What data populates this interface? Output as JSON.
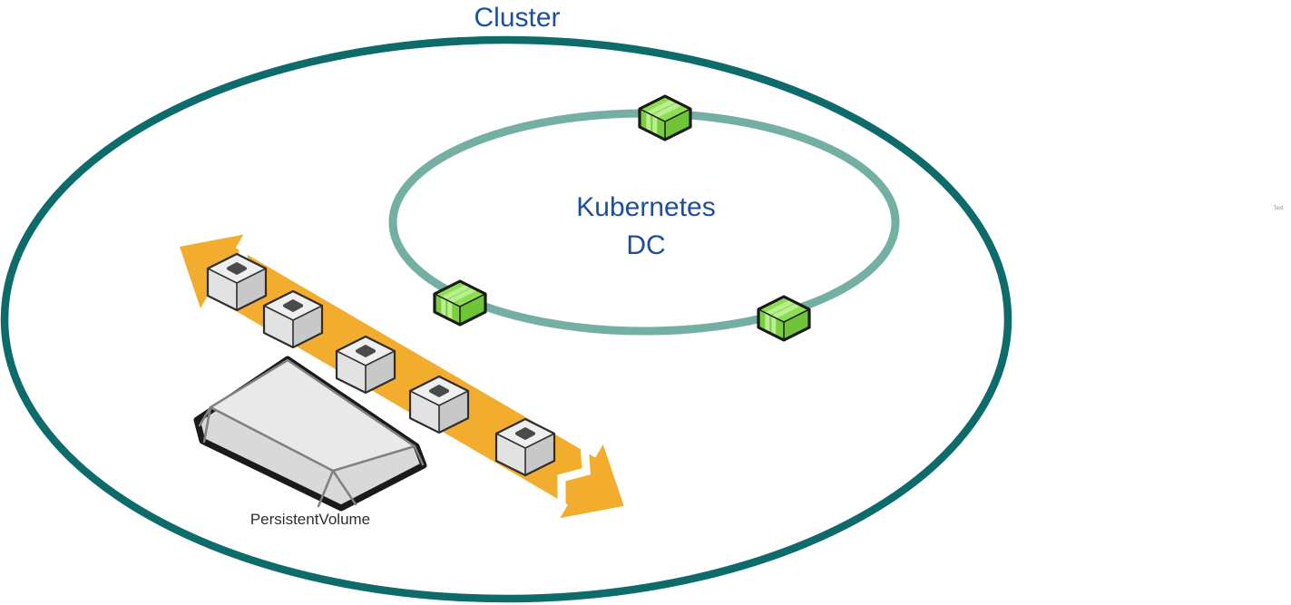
{
  "diagram": {
    "title": "Cluster",
    "dc_label_line1": "Kubernetes",
    "dc_label_line2": "DC",
    "persistent_volume_label": "PersistentVolume",
    "stray_text": "Text",
    "kubernetes_node_count": 3,
    "volume_block_count": 5
  },
  "colors": {
    "cluster_ring": "#0e6b6b",
    "dc_ring": "#74afa4",
    "label_blue": "#1b4f9c",
    "arrow_orange": "#f2ac2e",
    "node_green_top": "#8ede52",
    "node_green_left": "#79cf3e",
    "node_green_right": "#6fc437",
    "node_green_stripe": "#b9ef92",
    "cube_gray_top": "#efefef",
    "cube_gray_left": "#e2e2e2",
    "cube_gray_right": "#c8c8c8",
    "cube_hole": "#4a4a4a",
    "slab_fill": "#d9d9d9",
    "slab_top": "#e9e9e9",
    "slab_edge": "#808080",
    "outline_dark": "#1a1a1a",
    "pv_label_color": "#2e2e2e",
    "stray_text_color": "#8f8f8f"
  }
}
